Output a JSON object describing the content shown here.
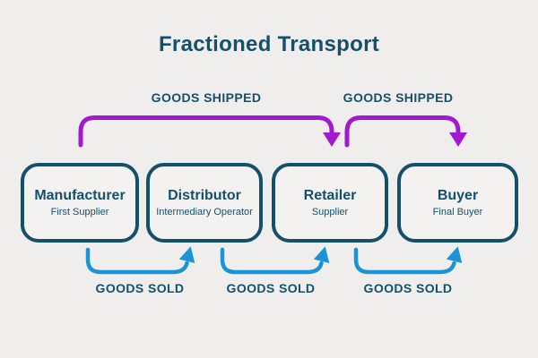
{
  "title": "Fractioned Transport",
  "colors": {
    "background": "#efeeec",
    "node_fill": "#f3f2f0",
    "primary_teal": "#14506b",
    "shipped_purple": "#a219cf",
    "sold_blue": "#1a93d8"
  },
  "nodes": [
    {
      "title": "Manufacturer",
      "subtitle": "First Supplier"
    },
    {
      "title": "Distributor",
      "subtitle": "Intermediary Operator"
    },
    {
      "title": "Retailer",
      "subtitle": "Supplier"
    },
    {
      "title": "Buyer",
      "subtitle": "Final Buyer"
    }
  ],
  "top_flows": [
    {
      "label": "GOODS SHIPPED",
      "from": "Manufacturer",
      "to": "Retailer"
    },
    {
      "label": "GOODS SHIPPED",
      "from": "Retailer",
      "to": "Buyer"
    }
  ],
  "bottom_flows": [
    {
      "label": "GOODS SOLD",
      "from": "Manufacturer",
      "to": "Distributor"
    },
    {
      "label": "GOODS SOLD",
      "from": "Distributor",
      "to": "Retailer"
    },
    {
      "label": "GOODS SOLD",
      "from": "Retailer",
      "to": "Buyer"
    }
  ]
}
